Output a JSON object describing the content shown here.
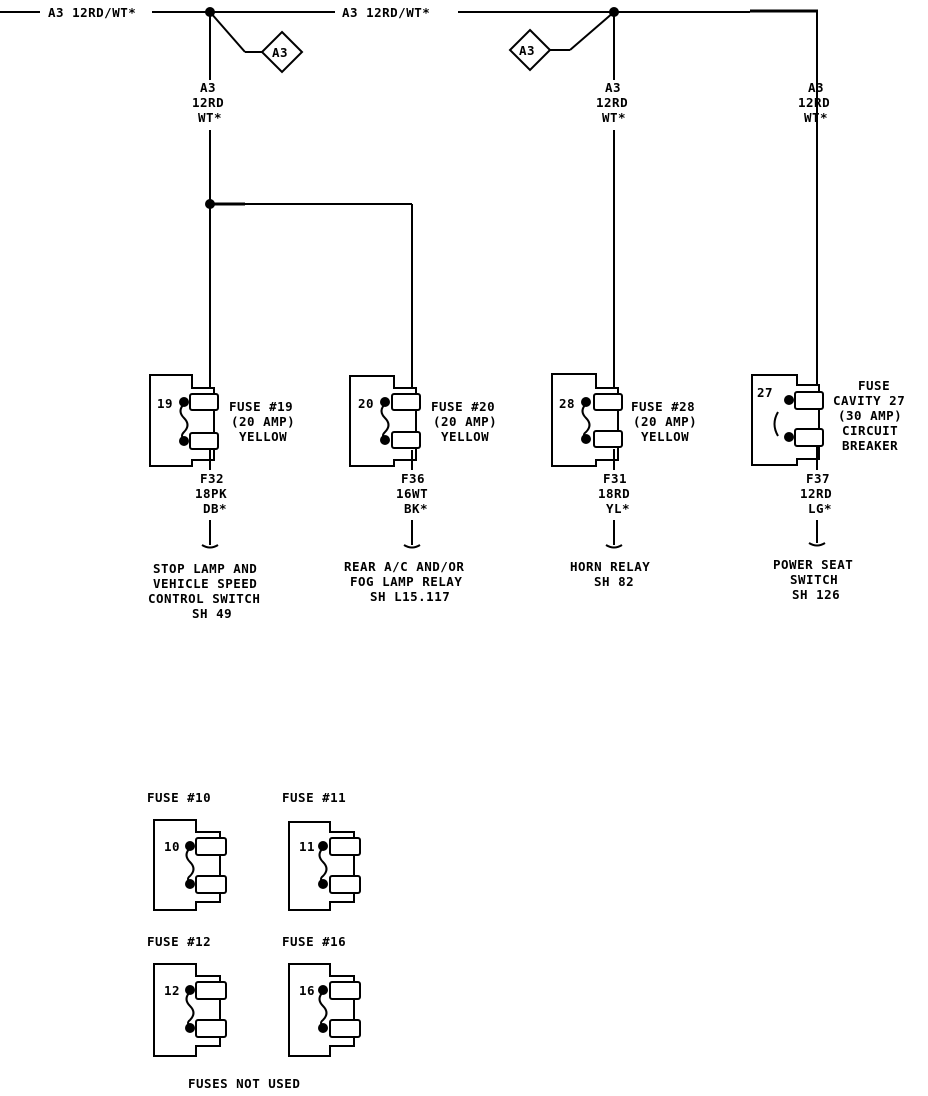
{
  "bus": {
    "label_left": "A3 12RD/WT*",
    "label_mid": "A3 12RD/WT*",
    "splice_left": "A3",
    "splice_right": "A3"
  },
  "drops": [
    [
      "A3",
      "12RD",
      "WT*"
    ],
    [
      "A3",
      "12RD",
      "WT*"
    ],
    [
      "A3",
      "12RD",
      "WT*"
    ]
  ],
  "fuses": [
    {
      "cavity": "19",
      "desc": [
        "FUSE #19",
        "(20 AMP)",
        "YELLOW"
      ],
      "wire": [
        "F32",
        "18PK",
        "DB*"
      ],
      "dest": [
        "STOP LAMP AND",
        "VEHICLE SPEED",
        "CONTROL SWITCH",
        "SH 49"
      ]
    },
    {
      "cavity": "20",
      "desc": [
        "FUSE #20",
        "(20 AMP)",
        "YELLOW"
      ],
      "wire": [
        "F36",
        "16WT",
        "BK*"
      ],
      "dest": [
        "REAR A/C AND/OR",
        "FOG LAMP RELAY",
        "SH L15.117"
      ]
    },
    {
      "cavity": "28",
      "desc": [
        "FUSE #28",
        "(20 AMP)",
        "YELLOW"
      ],
      "wire": [
        "F31",
        "18RD",
        "YL*"
      ],
      "dest": [
        "HORN RELAY",
        "SH 82"
      ]
    },
    {
      "cavity": "27",
      "desc": [
        "FUSE",
        "CAVITY 27",
        "(30 AMP)",
        "CIRCUIT",
        "BREAKER"
      ],
      "wire": [
        "F37",
        "12RD",
        "LG*"
      ],
      "dest": [
        "POWER SEAT",
        "SWITCH",
        "SH 126"
      ]
    }
  ],
  "unused": {
    "fuses": [
      {
        "title": "FUSE #10",
        "cavity": "10"
      },
      {
        "title": "FUSE #11",
        "cavity": "11"
      },
      {
        "title": "FUSE #12",
        "cavity": "12"
      },
      {
        "title": "FUSE #16",
        "cavity": "16"
      }
    ],
    "caption": "FUSES NOT USED"
  }
}
